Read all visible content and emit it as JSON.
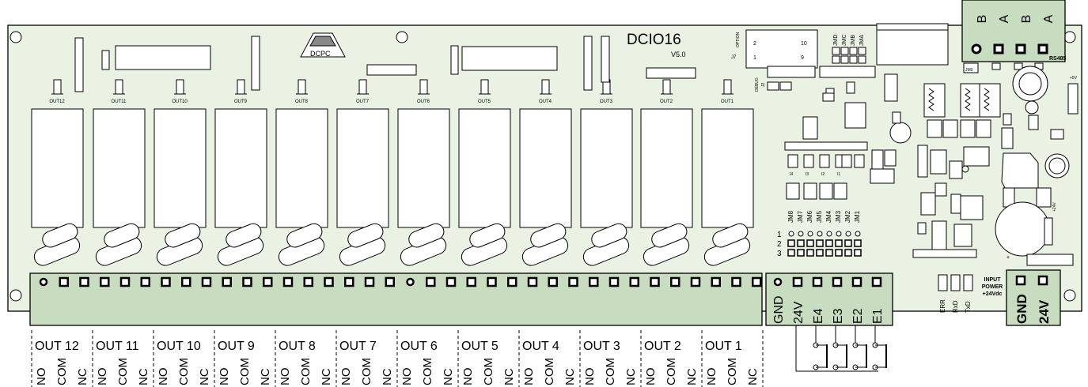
{
  "board": {
    "model": "DCIO16",
    "version": "V5.0",
    "logo": "DCPC",
    "option_label": "OPTION",
    "j7": {
      "name": "J7",
      "pins": [
        "2",
        "10",
        "1",
        "9"
      ]
    },
    "jm_top": [
      "JMD",
      "JMC",
      "JMB",
      "JMA"
    ],
    "rs485_label": "RS485",
    "rs485_terminals": [
      "B",
      "A",
      "B",
      "A"
    ],
    "debug_label": "DEBUG",
    "j2_label": "J2",
    "jm9_label": "JM9",
    "plus5v": "+5V",
    "plus24v": "+24V",
    "input_power_label": [
      "INPUT",
      "POWER",
      "+24Vdc"
    ],
    "led_labels": [
      "ERR",
      "RxD",
      "TxD"
    ],
    "input_labels_small": [
      "I4",
      "I3",
      "I2",
      "I1"
    ],
    "jm_bottom": [
      "JM8",
      "JM7",
      "JM6",
      "JM5",
      "JM4",
      "JM3",
      "JM2",
      "JM1"
    ],
    "jm_rows": [
      "1",
      "2",
      "3"
    ]
  },
  "relay_outputs": [
    "OUT12",
    "OUT11",
    "OUT10",
    "OUT9",
    "OUT8",
    "OUT7",
    "OUT6",
    "OUT5",
    "OUT4",
    "OUT3",
    "OUT2",
    "OUT1"
  ],
  "output_groups": [
    "OUT 12",
    "OUT 11",
    "OUT 10",
    "OUT 9",
    "OUT 8",
    "OUT 7",
    "OUT 6",
    "OUT 5",
    "OUT 4",
    "OUT 3",
    "OUT 2",
    "OUT 1"
  ],
  "contact_labels": [
    "NO",
    "COM",
    "NC"
  ],
  "input_terminals": [
    "GND",
    "24V",
    "E4",
    "E3",
    "E2",
    "E1"
  ],
  "power_terminals": [
    "GND",
    "24V"
  ],
  "colors": {
    "board": "#eaf2e3",
    "terminal": "#c8dcbf",
    "line": "#000000"
  }
}
